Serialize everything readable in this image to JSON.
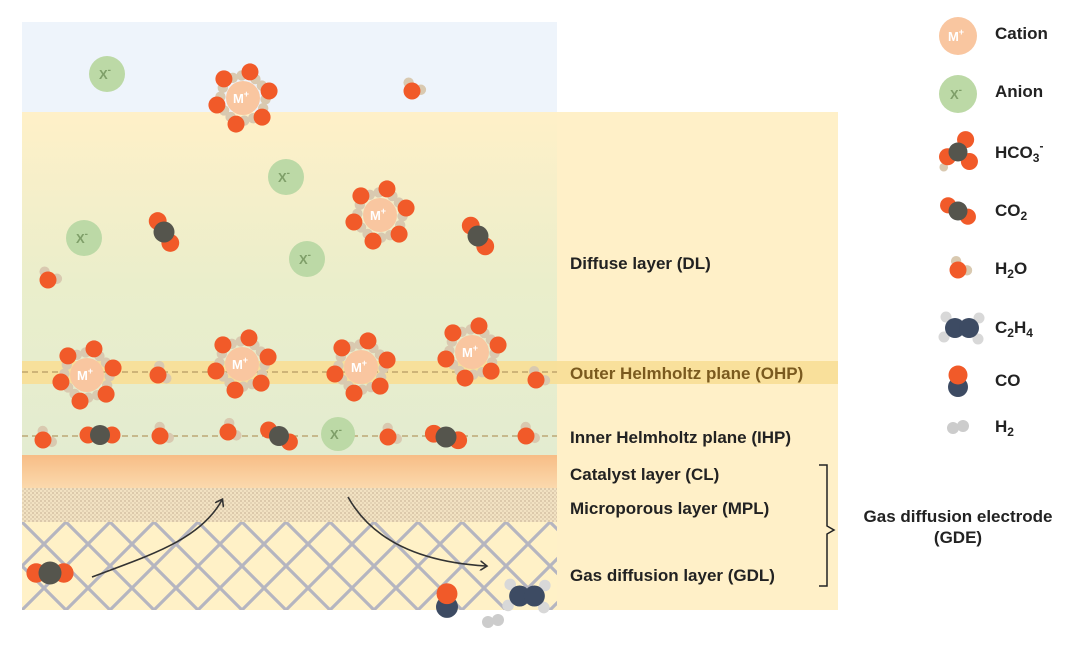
{
  "layers": {
    "dl": "Diffuse layer (DL)",
    "ohp": "Outer Helmholtz plane (OHP)",
    "ihp": "Inner Helmholtz plane (IHP)",
    "cl": "Catalyst layer (CL)",
    "mpl": "Microporous layer (MPL)",
    "gdl": "Gas diffusion layer (GDL)"
  },
  "gde": {
    "line1": "Gas diffusion electrode",
    "line2": "(GDE)"
  },
  "ions": {
    "cation_symbol": "M",
    "cation_charge": "+",
    "anion_symbol": "X",
    "anion_charge": "-"
  },
  "legend": {
    "cation": "Cation",
    "anion": "Anion",
    "hco3": {
      "base": "HCO",
      "sub": "3",
      "sup": "-"
    },
    "co2": {
      "base": "CO",
      "sub": "2"
    },
    "h2o": {
      "pre": "H",
      "sub": "2",
      "post": "O"
    },
    "c2h4": {
      "pre": "C",
      "sub1": "2",
      "mid": "H",
      "sub2": "4"
    },
    "co": "CO",
    "h2": {
      "base": "H",
      "sub": "2"
    }
  },
  "colors": {
    "oxygen": "#f15a29",
    "carbon": "#55554d",
    "ethylene_carbon": "#3d4b63",
    "hydrogen": "#d9c9b0",
    "h2_gray": "#cccccc",
    "cation": "#f9c6a0",
    "anion": "#bcd9a6",
    "electrolyte": "#e8eecb",
    "ohp_band": "#f7df9a",
    "catalyst": "#f7c08a",
    "gdl_background": "#fff1c7",
    "gdl_mesh": "#b5b5c0"
  }
}
